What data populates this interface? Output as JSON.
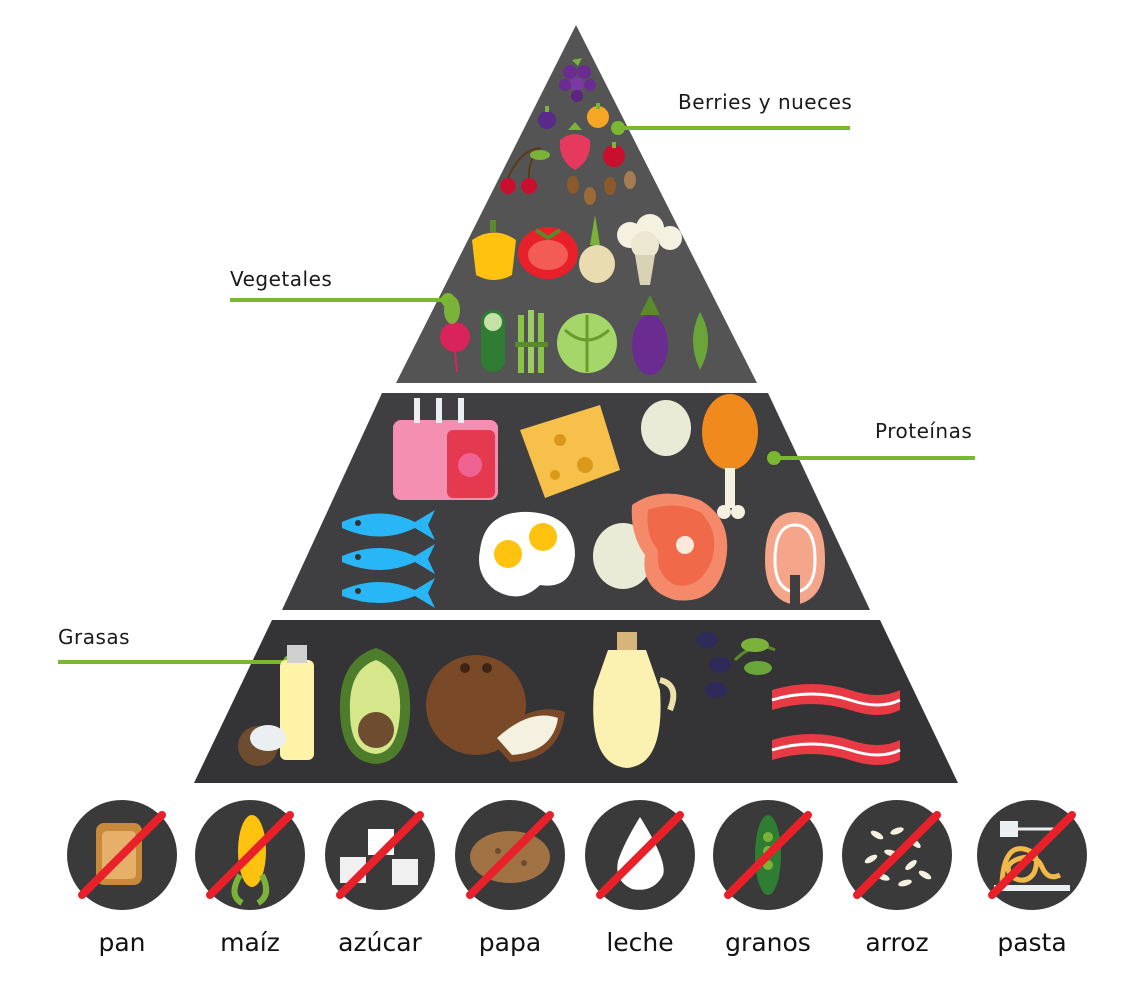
{
  "labels": {
    "berries": "Berries y nueces",
    "vegetables": "Vegetales",
    "proteins": "Proteínas",
    "fats": "Grasas"
  },
  "colors": {
    "pyramid_top": "#545454",
    "pyramid_mid": "#3f3e40",
    "pyramid_bottom": "#343335",
    "leader_line": "#7ab82f",
    "ban_circle": "#3a3a3a",
    "ban_slash": "#e8202a"
  },
  "forbidden": [
    {
      "label": "pan",
      "icon": "bread-icon"
    },
    {
      "label": "maíz",
      "icon": "corn-icon"
    },
    {
      "label": "azúcar",
      "icon": "sugar-cubes-icon"
    },
    {
      "label": "papa",
      "icon": "potato-icon"
    },
    {
      "label": "leche",
      "icon": "milk-drop-icon"
    },
    {
      "label": "granos",
      "icon": "pea-pod-icon"
    },
    {
      "label": "arroz",
      "icon": "rice-grains-icon"
    },
    {
      "label": "pasta",
      "icon": "pasta-icon"
    }
  ]
}
